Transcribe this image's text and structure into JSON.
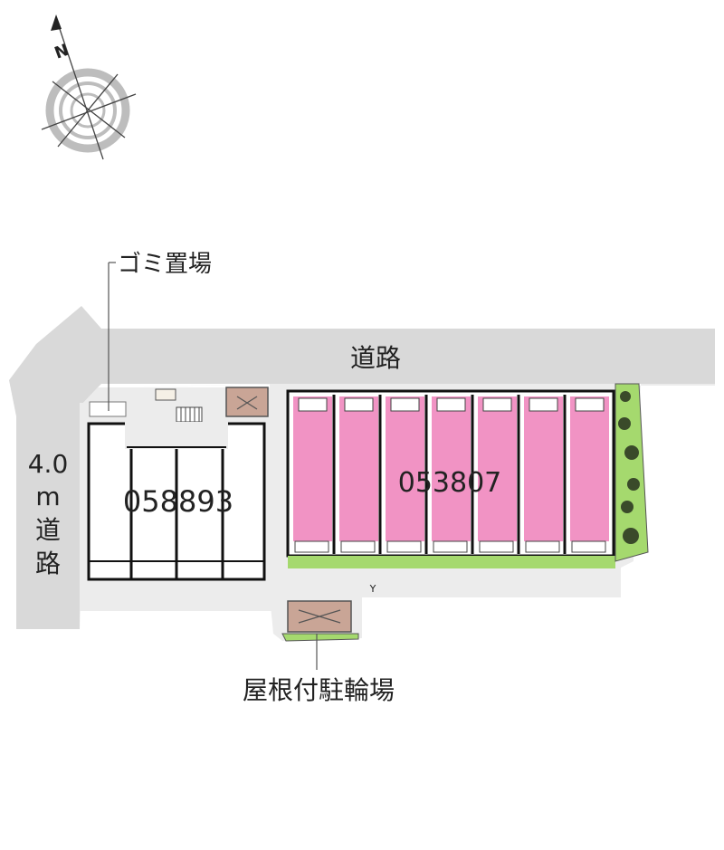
{
  "compass": {
    "north_label": "N",
    "icon": "compass-icon"
  },
  "labels": {
    "trash_area": "ゴミ置場",
    "main_road": "道路",
    "side_road": "4.0m道路",
    "side_road_width": "4.0",
    "side_road_unit": "m",
    "side_road_chars": [
      "道",
      "路"
    ],
    "bike_parking": "屋根付駐輪場",
    "small_mark": "Y"
  },
  "buildings": [
    {
      "id": "058893",
      "fill": "#ffffff"
    },
    {
      "id": "053807",
      "fill": "#f193c4"
    }
  ],
  "colors": {
    "road": "#d9d9d9",
    "lot": "#ececec",
    "building_outline": "#111111",
    "pink_unit": "#f193c4",
    "green_strip": "#a5d96e",
    "trees": "#3a4a2a",
    "bike_roof": "#c9a596"
  }
}
